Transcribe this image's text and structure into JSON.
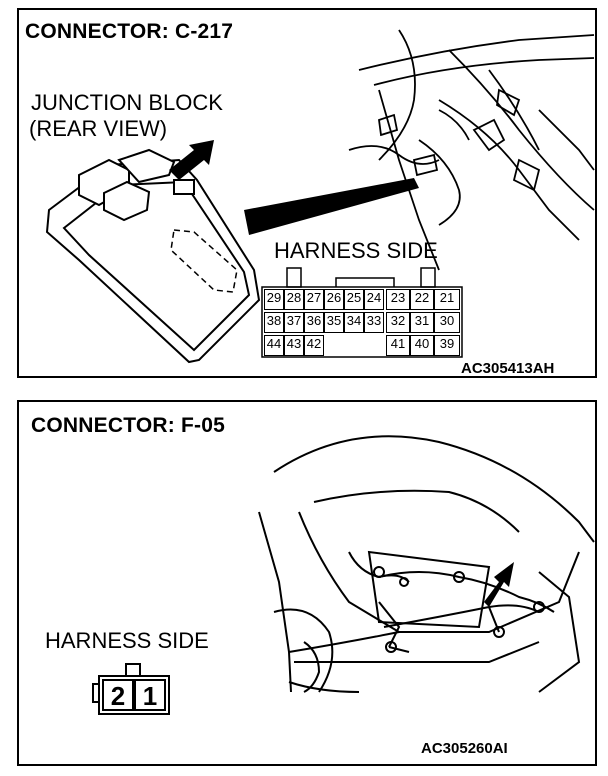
{
  "panel1": {
    "title": "CONNECTOR: C-217",
    "block_label_line1": "JUNCTION BLOCK",
    "block_label_line2": "(REAR VIEW)",
    "harness_label": "HARNESS SIDE",
    "figure_code": "AC305413AH",
    "pins": {
      "row1": [
        "29",
        "28",
        "27",
        "26",
        "25",
        "24",
        "23",
        "22",
        "21"
      ],
      "row2": [
        "38",
        "37",
        "36",
        "35",
        "34",
        "33",
        "32",
        "31",
        "30"
      ],
      "row3": [
        "44",
        "43",
        "42",
        "41",
        "40",
        "39"
      ]
    }
  },
  "panel2": {
    "title": "CONNECTOR: F-05",
    "harness_label": "HARNESS SIDE",
    "figure_code": "AC305260AI",
    "pins": [
      "2",
      "1"
    ]
  }
}
